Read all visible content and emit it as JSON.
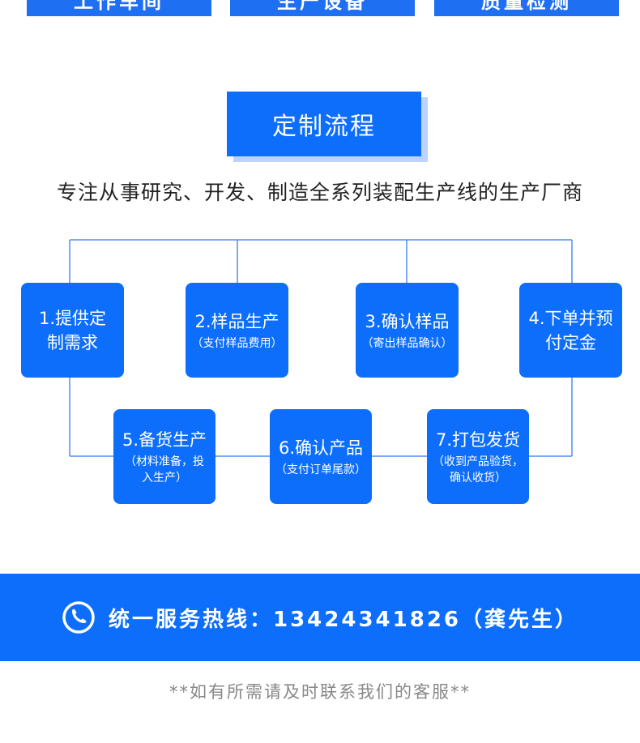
{
  "top_buttons": [
    "工作车间",
    "生产设备",
    "质量检测"
  ],
  "title": "定制流程",
  "subtitle": "专注从事研究、开发、制造全系列装配生产线的生产厂商",
  "steps": [
    {
      "label": "1.提供定\n制需求",
      "note": ""
    },
    {
      "label": "2.样品生产",
      "note": "（支付样品费用）"
    },
    {
      "label": "3.确认样品",
      "note": "（寄出样品确认）"
    },
    {
      "label": "4.下单并预\n付定金",
      "note": ""
    },
    {
      "label": "5.备货生产",
      "note": "（材料准备，投\n入生产）"
    },
    {
      "label": "6.确认产品",
      "note": "（支付订单尾款）"
    },
    {
      "label": "7.打包发货",
      "note": "（收到产品验货，\n确认收货）"
    }
  ],
  "hotline": {
    "text": "统一服务热线：13424341826（龚先生）",
    "icon": "phone-icon"
  },
  "footer": "**如有所需请及时联系我们的客服**",
  "colors": {
    "primary": "#0d6efc",
    "line": "#4f8ff0",
    "shadow": "#bcd4fb"
  }
}
